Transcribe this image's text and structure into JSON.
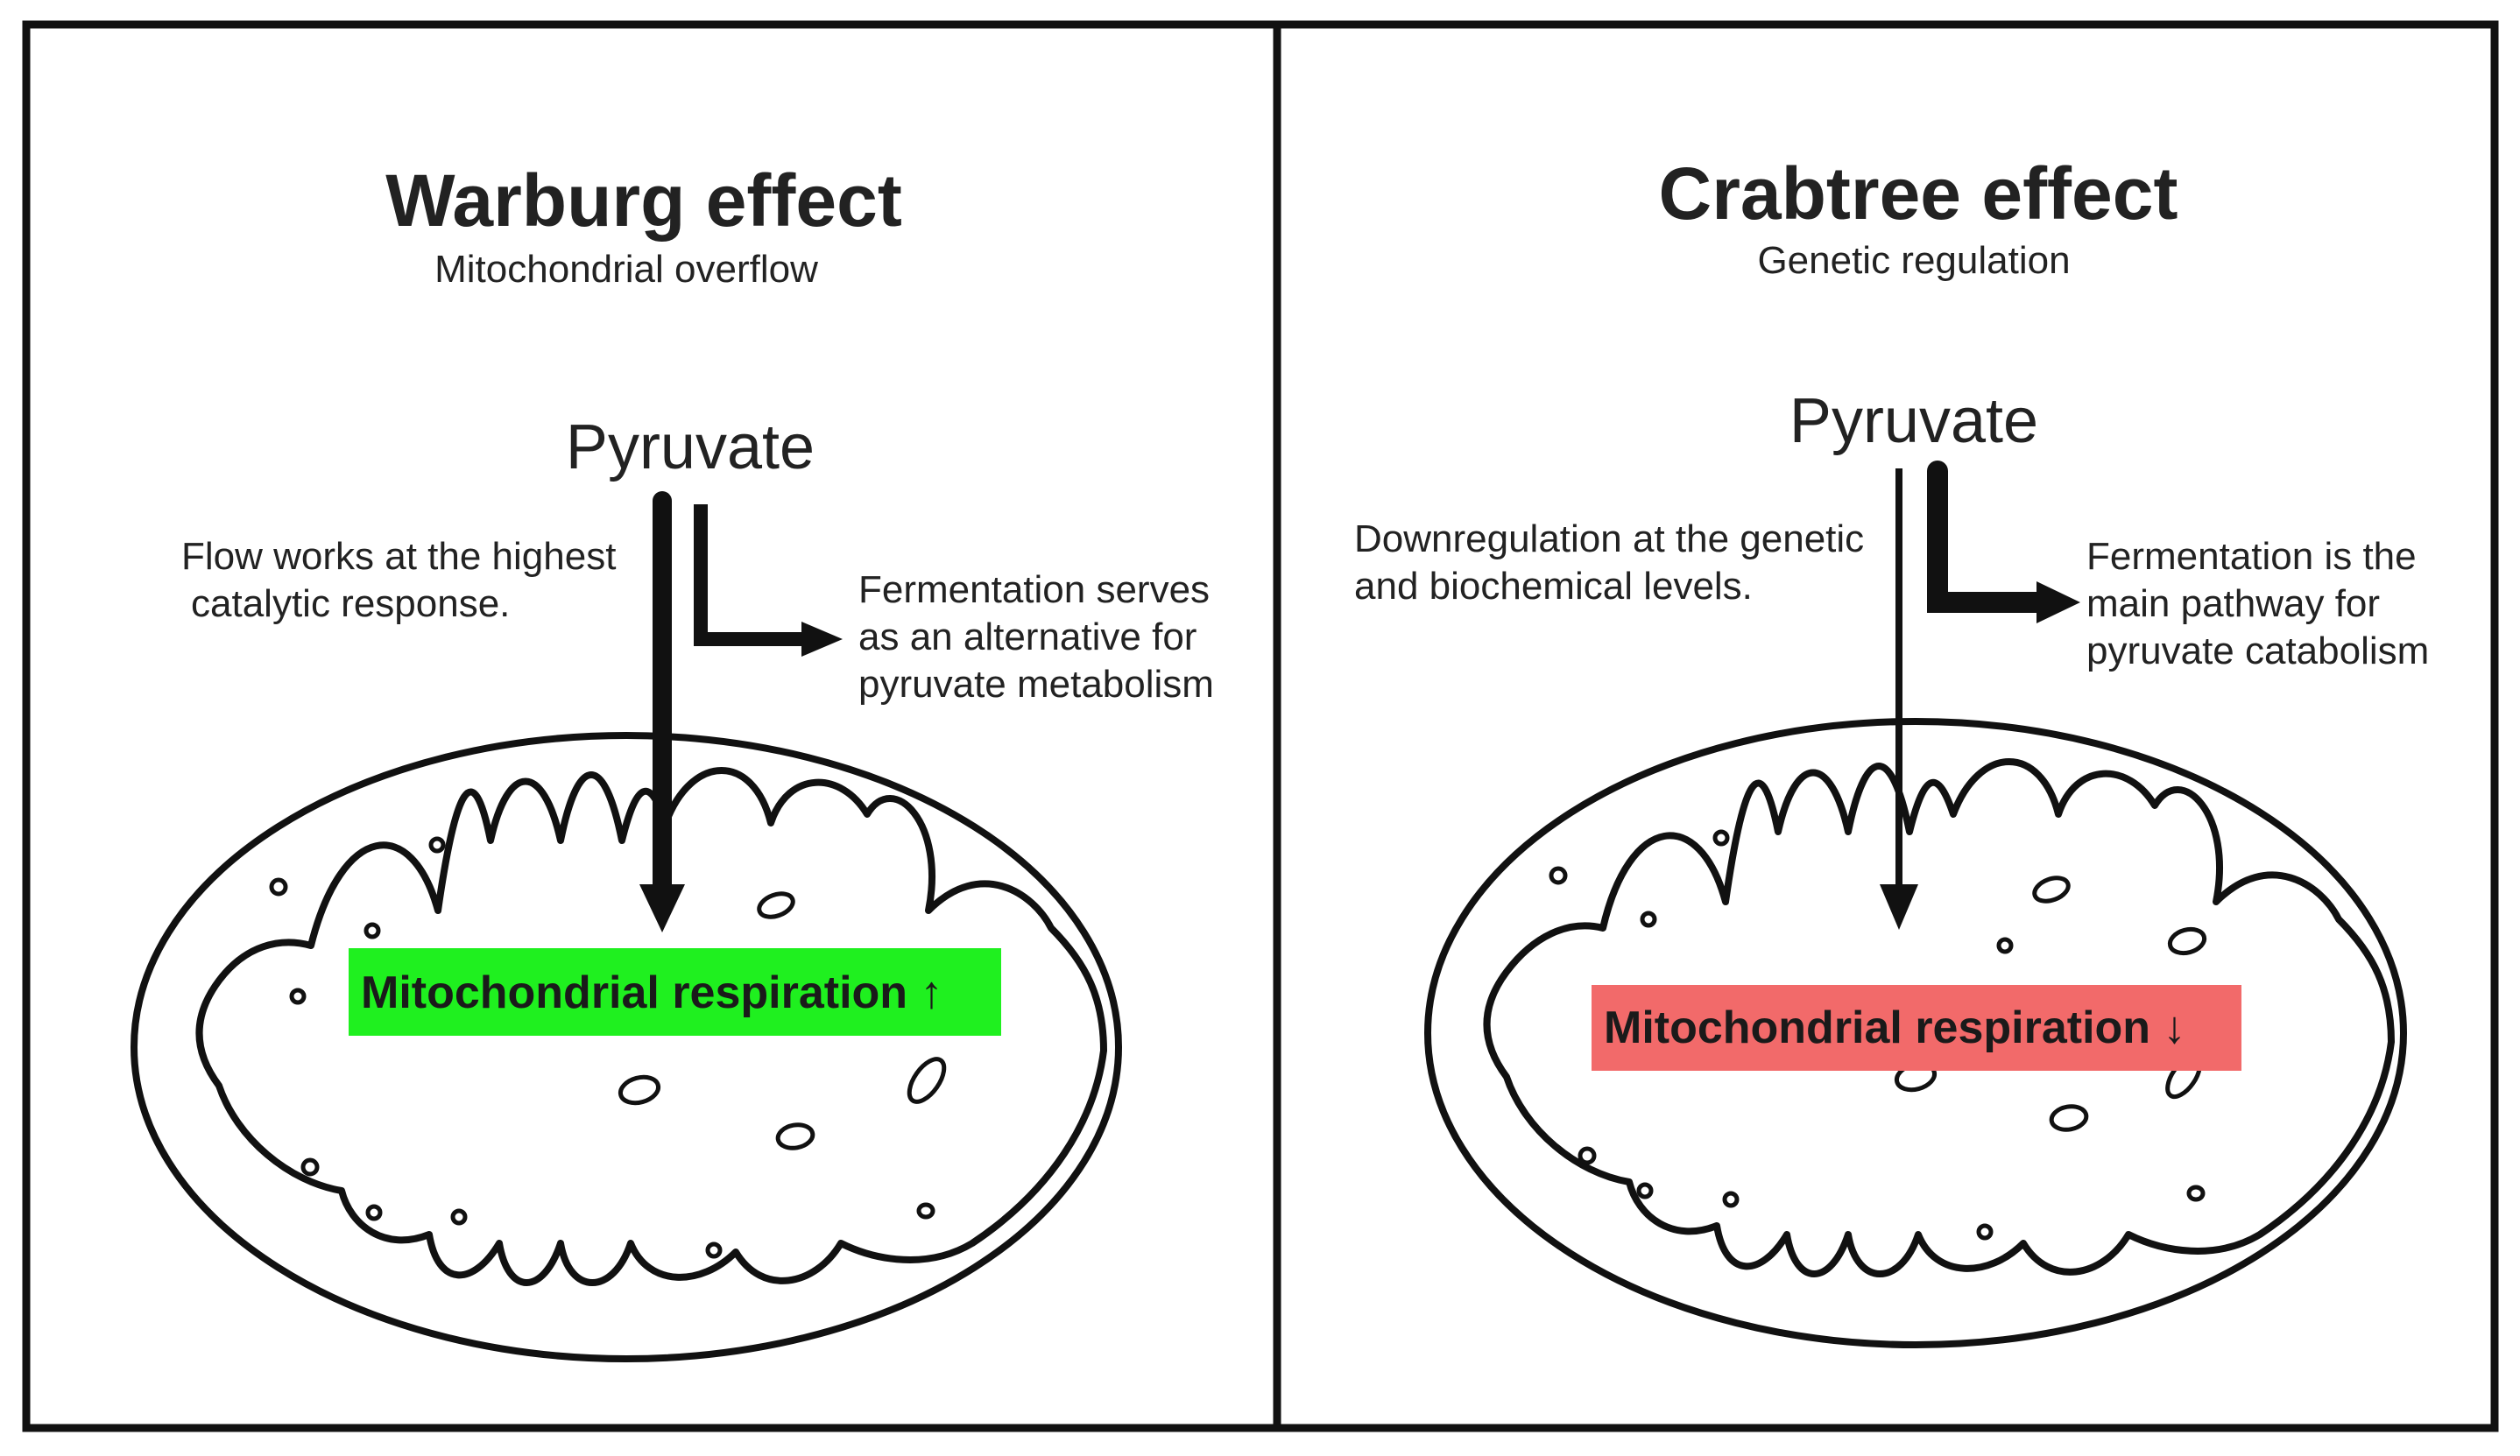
{
  "colors": {
    "increase_box": "#1ff01f",
    "decrease_box": "#f26a6a",
    "ink": "#111111"
  },
  "panels": {
    "warburg": {
      "title": "Warburg effect",
      "subtitle": "Mitochondrial overflow",
      "pyruvate": "Pyruvate",
      "flow_note": [
        "Flow works at the highest",
        "catalytic response."
      ],
      "fermentation_note": [
        "Fermentation serves",
        "as an alternative for",
        "pyruvate metabolism"
      ],
      "respiration_label": "Mitochondrial respiration ↑"
    },
    "crabtree": {
      "title": "Crabtree effect",
      "subtitle": "Genetic regulation",
      "pyruvate": "Pyruvate",
      "flow_note": [
        "Downregulation at the genetic",
        "and biochemical levels."
      ],
      "fermentation_note": [
        "Fermentation is the",
        "main pathway for",
        "pyruvate catabolism"
      ],
      "respiration_label": "Mitochondrial respiration ↓"
    }
  }
}
